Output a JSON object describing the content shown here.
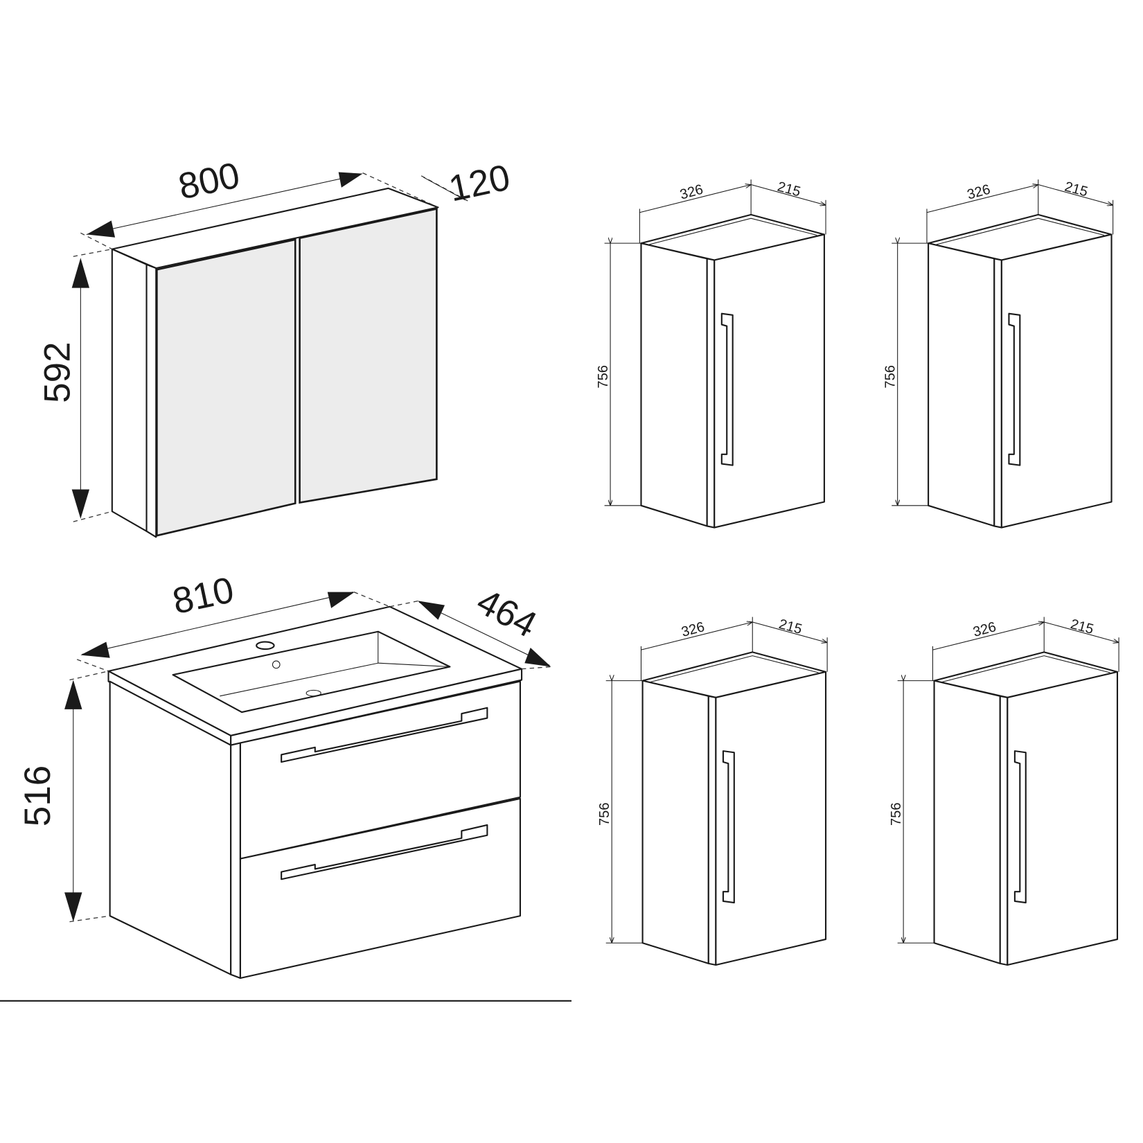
{
  "mirror_cabinet": {
    "width": "800",
    "depth": "120",
    "height": "592"
  },
  "vanity_unit": {
    "width": "810",
    "depth": "464",
    "height": "516"
  },
  "wall_cabinets": [
    {
      "width": "326",
      "depth": "215",
      "height": "756"
    },
    {
      "width": "326",
      "depth": "215",
      "height": "756"
    },
    {
      "width": "326",
      "depth": "215",
      "height": "756"
    },
    {
      "width": "326",
      "depth": "215",
      "height": "756"
    }
  ],
  "colors": {
    "line": "#1a1a1a",
    "mirror": "#ececec",
    "background": "#ffffff"
  }
}
